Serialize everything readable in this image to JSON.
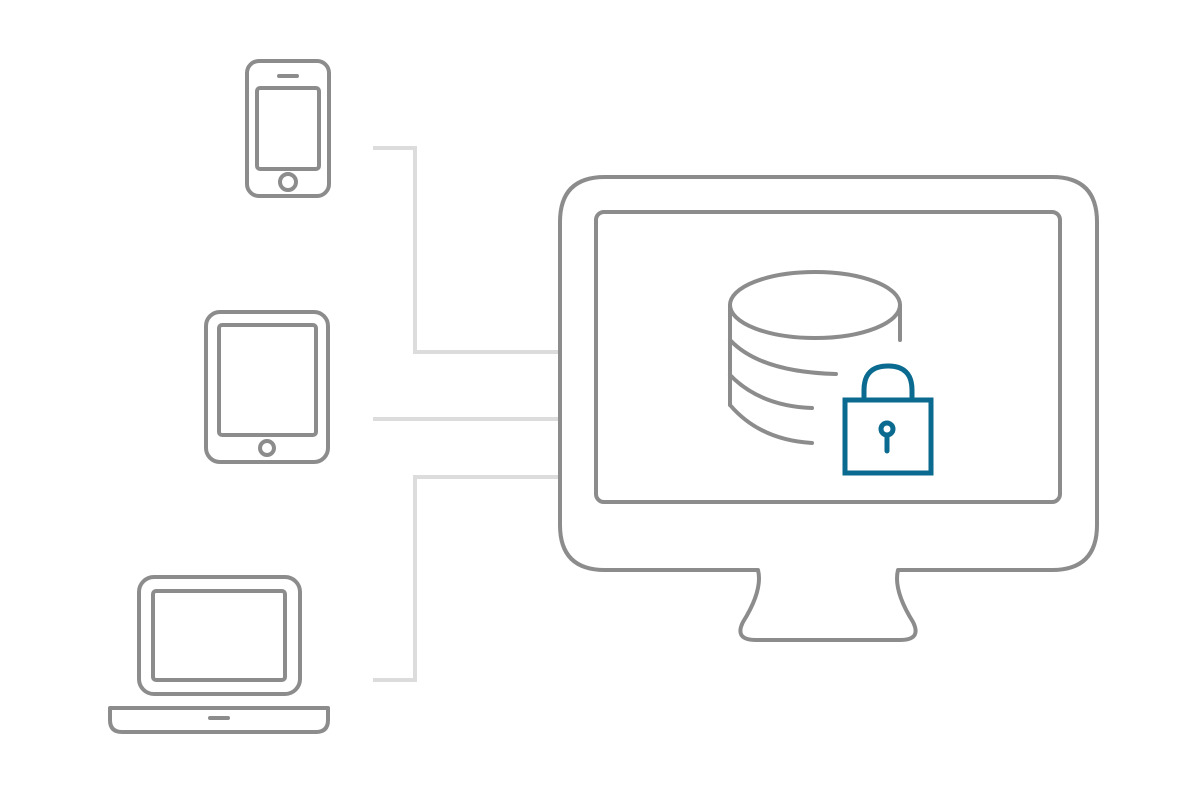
{
  "diagram": {
    "description": "Mobile phone, tablet and laptop connected to a desktop monitor hosting a secured database",
    "colors": {
      "background": "#ffffff",
      "device_stroke": "#8c8c8c",
      "connector_stroke": "#dcdcdc",
      "accent_lock": "#0b6a8f"
    },
    "nodes": [
      {
        "id": "phone",
        "label": "smartphone-icon"
      },
      {
        "id": "tablet",
        "label": "tablet-icon"
      },
      {
        "id": "laptop",
        "label": "laptop-icon"
      },
      {
        "id": "monitor",
        "label": "desktop-monitor-icon"
      },
      {
        "id": "database",
        "label": "database-icon"
      },
      {
        "id": "lock",
        "label": "padlock-icon"
      }
    ],
    "edges": [
      {
        "from": "phone",
        "to": "monitor"
      },
      {
        "from": "tablet",
        "to": "monitor"
      },
      {
        "from": "laptop",
        "to": "monitor"
      }
    ]
  }
}
